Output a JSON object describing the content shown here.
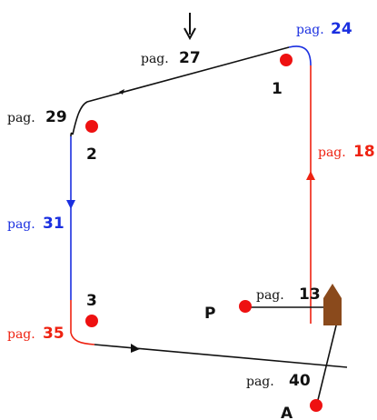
{
  "colors": {
    "black": "#111111",
    "blue": "#1a2fe0",
    "red": "#ee2211",
    "boat": "#8a4a1c",
    "mark": "#ee1111"
  },
  "labels": {
    "pag24": {
      "prefix": "pag.",
      "number": "24",
      "color": "blue"
    },
    "pag27": {
      "prefix": "pag.",
      "number": "27",
      "color": "black"
    },
    "pag29": {
      "prefix": "pag.",
      "number": "29",
      "color": "black"
    },
    "pag31": {
      "prefix": "pag.",
      "number": "31",
      "color": "blue"
    },
    "pag35": {
      "prefix": "pag.",
      "number": "35",
      "color": "red"
    },
    "pag18": {
      "prefix": "pag.",
      "number": "18",
      "color": "red"
    },
    "pag13": {
      "prefix": "pag.",
      "number": "13",
      "color": "black"
    },
    "pag40": {
      "prefix": "pag.",
      "number": "40",
      "color": "black"
    }
  },
  "marks": {
    "mark1": "1",
    "mark2": "2",
    "mark3": "3",
    "markP": "P",
    "markA": "A"
  },
  "icons": {
    "wind": "down-arrow-icon",
    "boat": "boat-icon",
    "mark": "buoy-icon"
  }
}
